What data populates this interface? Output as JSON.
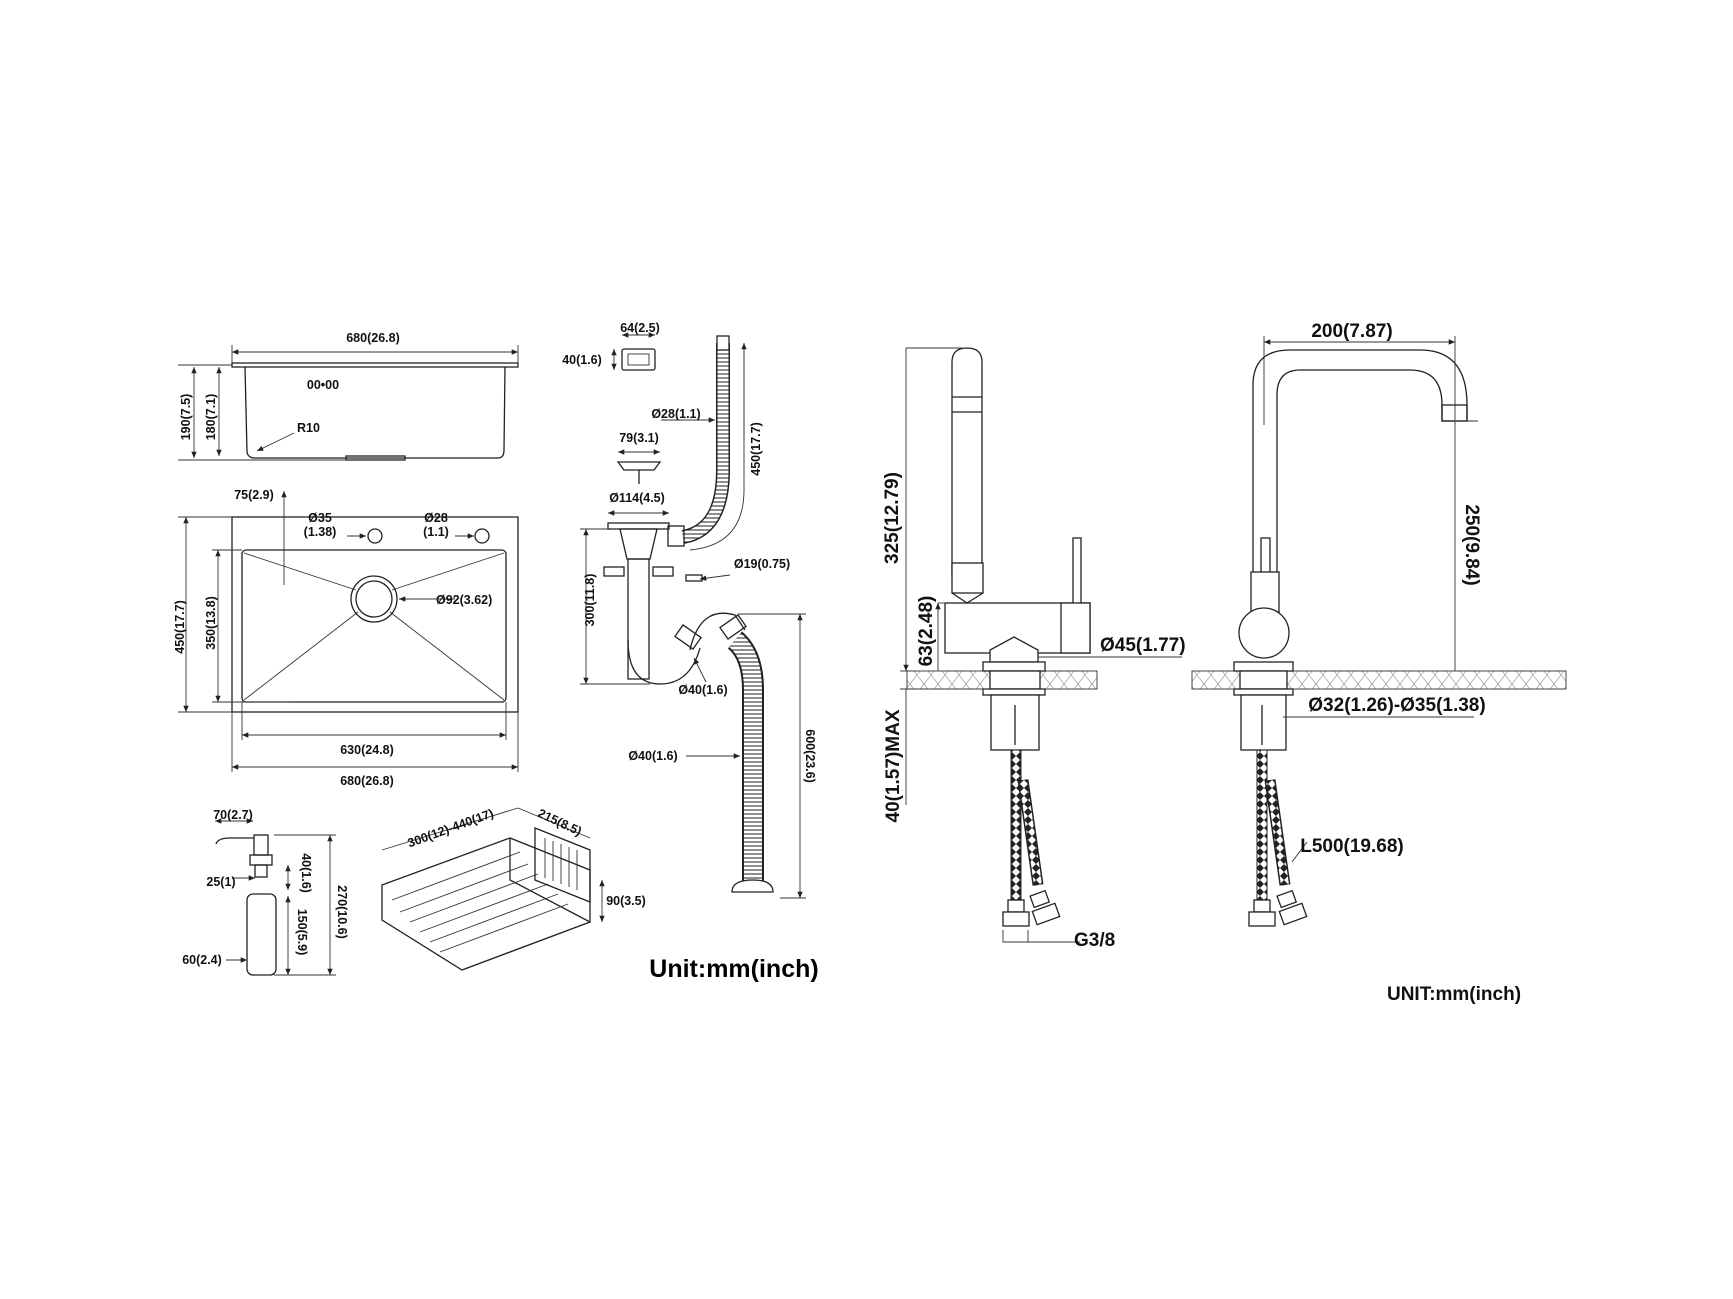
{
  "sink_side": {
    "width": "680(26.8)",
    "height_total": "190(7.5)",
    "depth": "180(7.1)",
    "radius": "R10",
    "mark": "00•00"
  },
  "sink_top": {
    "offset": "75(2.9)",
    "hole1_d": "Ø35",
    "hole1_in": "(1.38)",
    "hole2_d": "Ø28",
    "hole2_in": "(1.1)",
    "drain": "Ø92(3.62)",
    "outer_h": "450(17.7)",
    "inner_h": "350(13.8)",
    "inner_w": "630(24.8)",
    "outer_w": "680(26.8)"
  },
  "dispenser": {
    "spout": "70(2.7)",
    "neck": "25(1)",
    "head": "40(1.6)",
    "bottle": "150(5.9)",
    "total": "270(10.6)",
    "diameter": "60(2.4)"
  },
  "basket": {
    "length": "300(12)-440(17)",
    "width": "215(8.5)",
    "height": "90(3.5)"
  },
  "drain_kit": {
    "overflow_w": "64(2.5)",
    "overflow_h": "40(1.6)",
    "overflow_hose_d": "Ø28(1.1)",
    "overflow_len": "450(17.7)",
    "basket_d": "79(3.1)",
    "strainer_d": "Ø114(4.5)",
    "inlet_d": "Ø19(0.75)",
    "trap_h": "300(11.8)",
    "trap_d": "Ø40(1.6)",
    "hose_d": "Ø40(1.6)",
    "hose_len": "600(23.6)"
  },
  "unit_left": "Unit:mm(inch)",
  "faucet_side": {
    "height": "325(12.79)",
    "body_h": "63(2.48)",
    "counter_max": "40(1.57)MAX",
    "base_d": "Ø45(1.77)",
    "thread": "G3/8"
  },
  "faucet_front": {
    "reach": "200(7.87)",
    "spout_h": "250(9.84)",
    "hole_d": "Ø32(1.26)-Ø35(1.38)",
    "hose_len": "L500(19.68)"
  },
  "unit_right": "UNIT:mm(inch)"
}
